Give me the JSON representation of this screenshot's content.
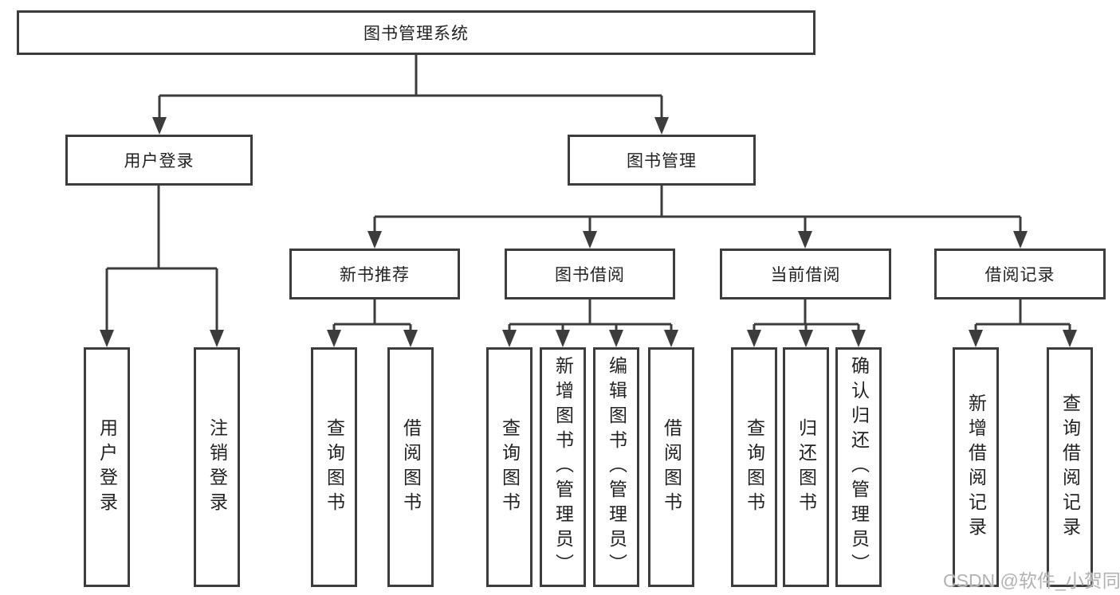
{
  "diagram": {
    "root": "图书管理系统",
    "user_login": {
      "label": "用户登录",
      "children": [
        "用户登录",
        "注销登录"
      ]
    },
    "book_management": {
      "label": "图书管理",
      "groups": [
        {
          "label": "新书推荐",
          "children": [
            "查询图书",
            "借阅图书"
          ]
        },
        {
          "label": "图书借阅",
          "children": [
            "查询图书",
            "新增图书（管理员）",
            "编辑图书（管理员）",
            "借阅图书"
          ]
        },
        {
          "label": "当前借阅",
          "children": [
            "查询图书",
            "归还图书",
            "确认归还（管理员）"
          ]
        },
        {
          "label": "借阅记录",
          "children": [
            "新增借阅记录",
            "查询借阅记录"
          ]
        }
      ]
    }
  },
  "watermark": "CSDN @软件_小贺同学",
  "colors": {
    "line": "#3c3c3c",
    "text": "#222222",
    "watermark": "#b2b2b2",
    "background": "#ffffff"
  }
}
